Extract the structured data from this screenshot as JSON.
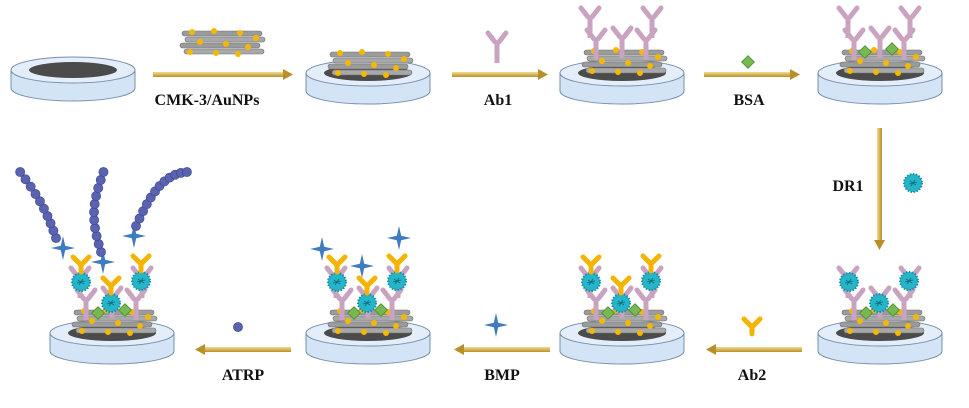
{
  "steps": {
    "s1": "CMK-3/AuNPs",
    "s2": "Ab1",
    "s3": "BSA",
    "s4": "DR1",
    "s5": "Ab2",
    "s6": "BMP",
    "s7": "ATRP"
  },
  "colors": {
    "disk_fill": "#dbe9f8",
    "disk_stroke": "#7a8fa8",
    "electrode": "#4b4b4b",
    "tube": "#9a9a9a",
    "gold": "#f5b800",
    "ab1": "#c9a3bf",
    "bsa": "#76b852",
    "dr1": "#2ab3c7",
    "ab2": "#f5b400",
    "bmp": "#3f7bc0",
    "polymer": "#5a63b0",
    "arrow": "#c8a43c"
  }
}
